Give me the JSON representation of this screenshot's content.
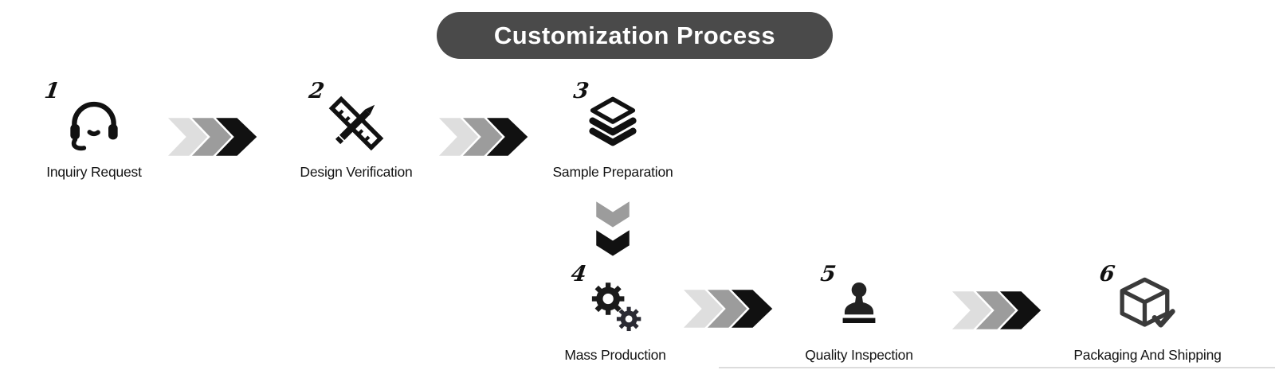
{
  "title": "Customization Process",
  "steps": [
    {
      "number": "1",
      "label": "Inquiry Request",
      "icon": "headset-icon"
    },
    {
      "number": "2",
      "label": "Design Verification",
      "icon": "ruler-pencil-icon"
    },
    {
      "number": "3",
      "label": "Sample Preparation",
      "icon": "layers-icon"
    },
    {
      "number": "4",
      "label": "Mass Production",
      "icon": "gears-icon"
    },
    {
      "number": "5",
      "label": "Quality Inspection",
      "icon": "stamp-icon"
    },
    {
      "number": "6",
      "label": "Packaging And Shipping",
      "icon": "shipping-box-icon"
    }
  ],
  "colors": {
    "title_background": "#4a4a4a",
    "title_text": "#ffffff",
    "icon_color": "#111111",
    "chevron_light": "#dedede",
    "chevron_mid": "#9c9c9c",
    "chevron_dark": "#111111"
  }
}
